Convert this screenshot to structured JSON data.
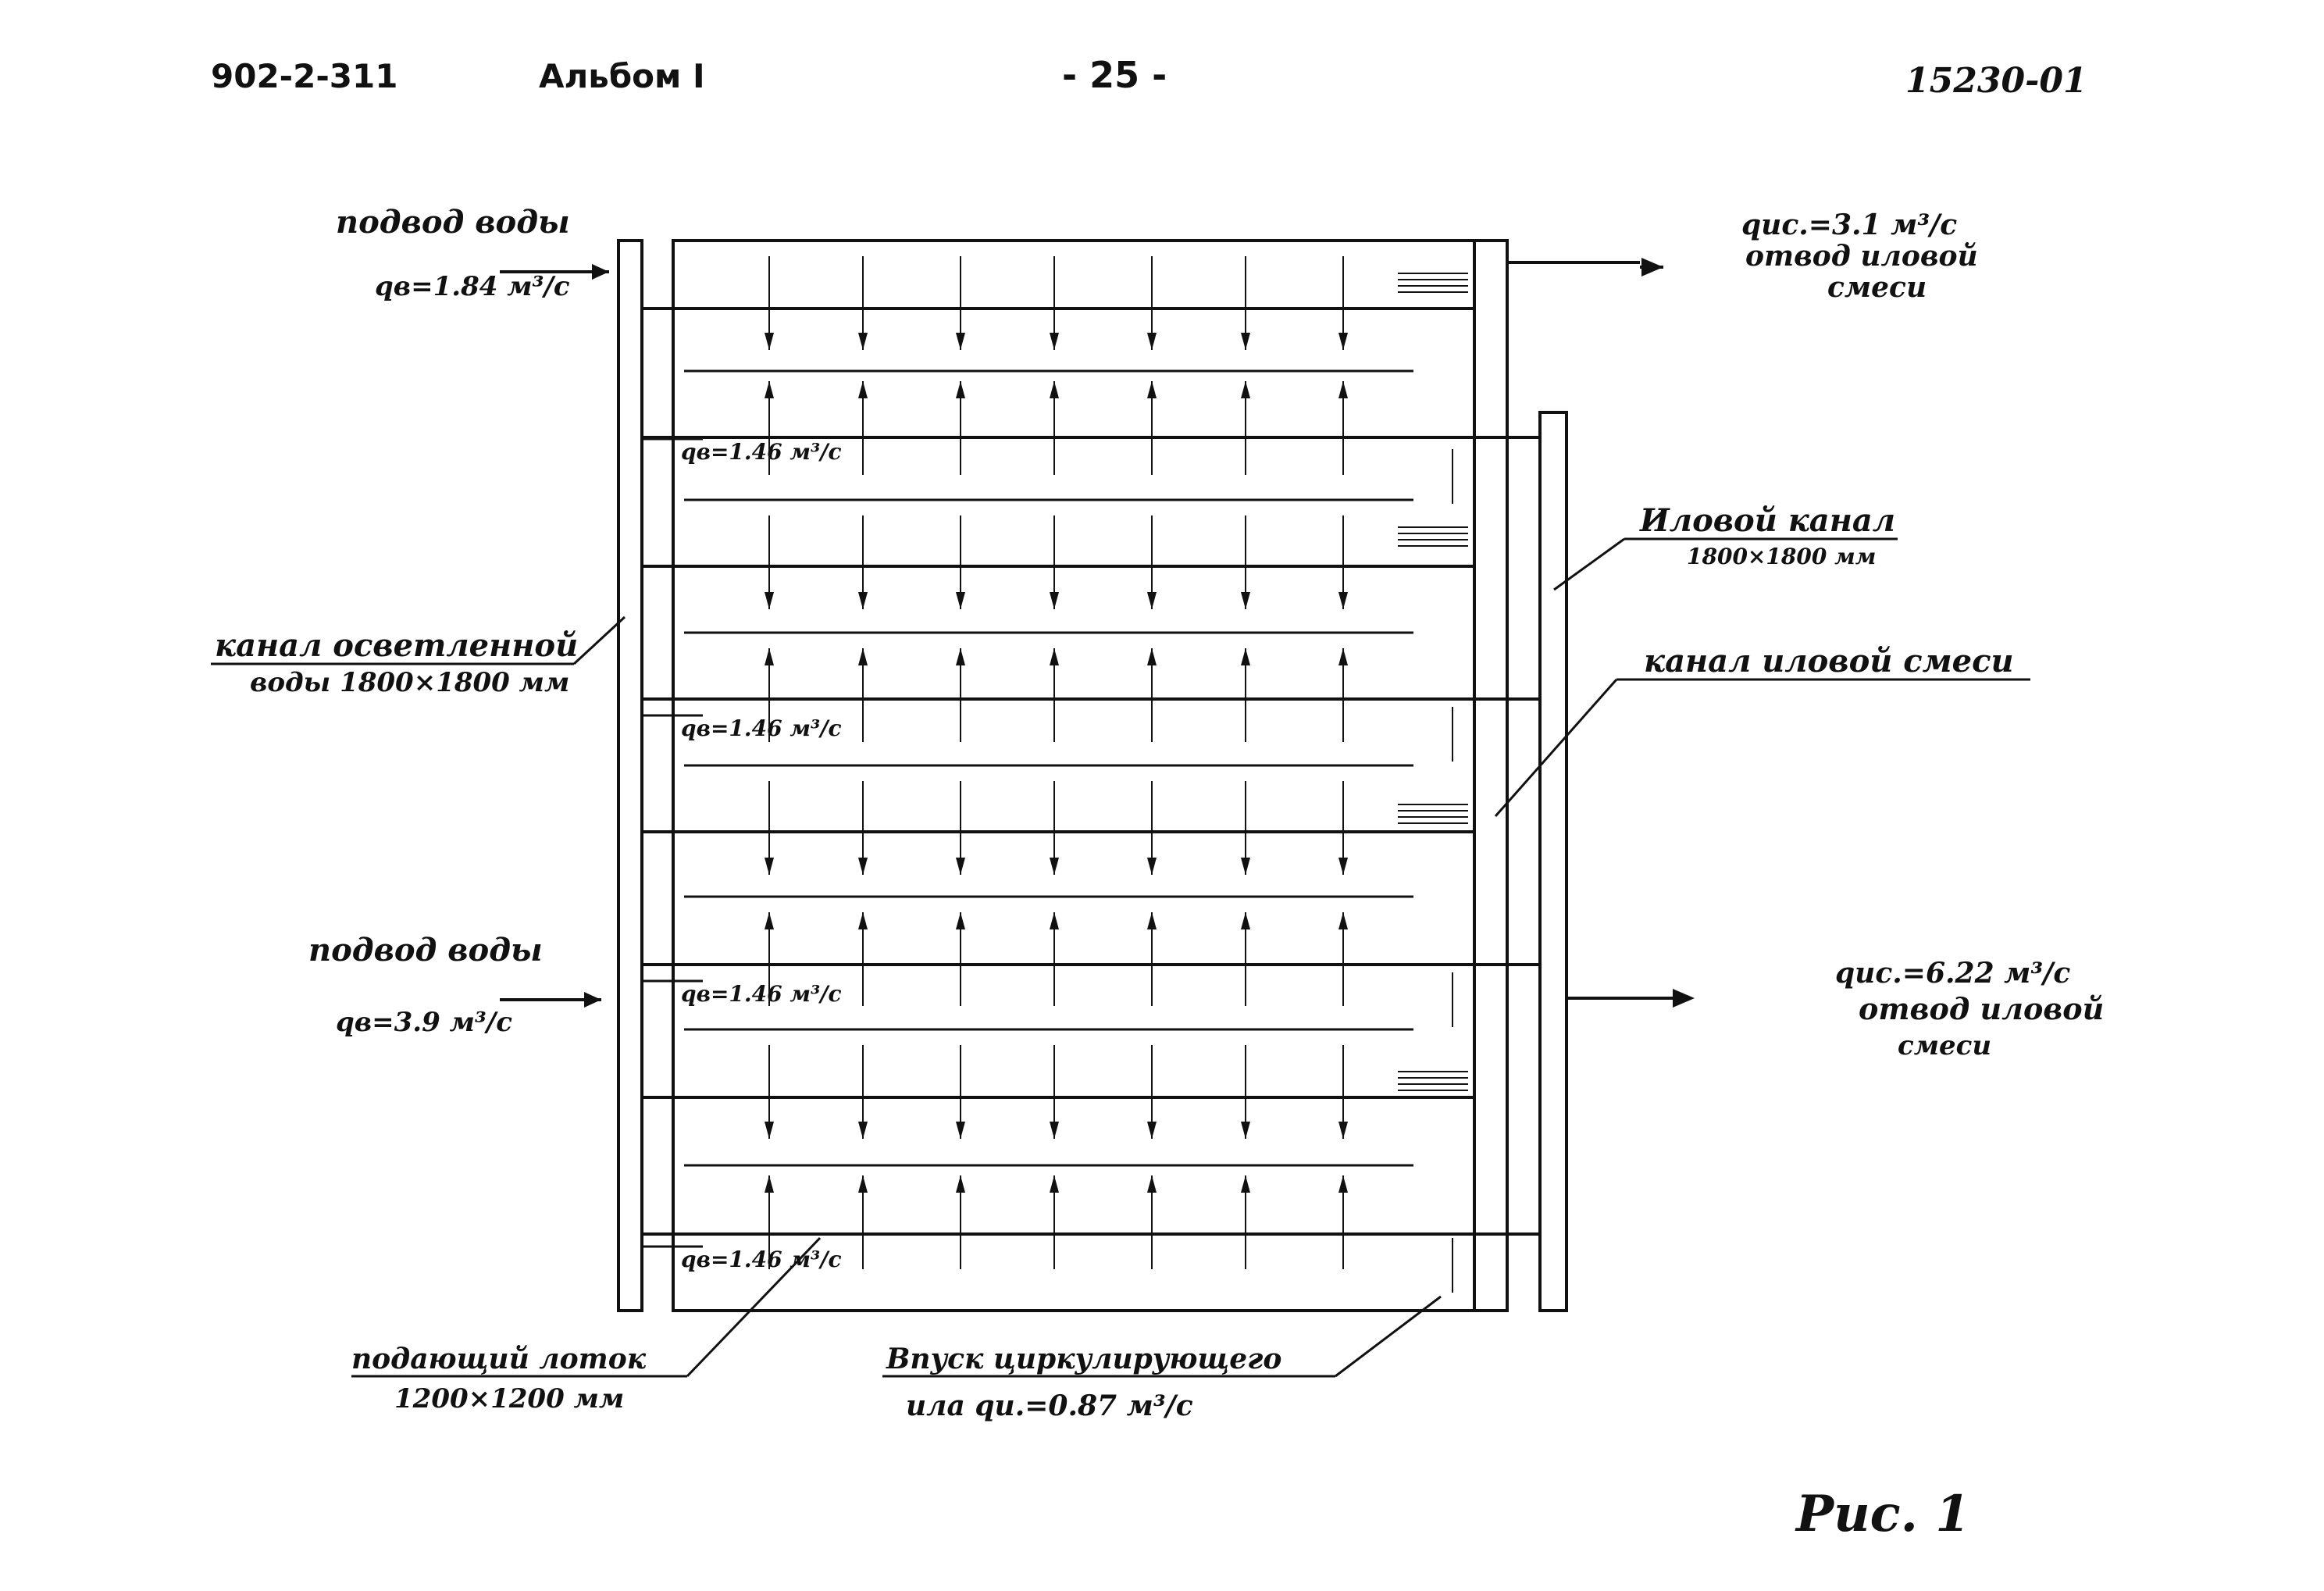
{
  "header": {
    "doc_code": "902-2-311",
    "album": "Альбом I",
    "page": "- 25 -",
    "sheet_code": "15230-01"
  },
  "labels": {
    "inlet_top_title": "подвод воды",
    "inlet_top_flow": "qв=1.84 м³/с",
    "inlet_bottom_title": "подвод воды",
    "inlet_bottom_flow": "qв=3.9 м³/с",
    "outlet_top_flow": "qис.=3.1 м³/с",
    "outlet_top_line1": "отвод иловой",
    "outlet_top_line2": "смеси",
    "outlet_bottom_flow": "qис.=6.22 м³/с",
    "outlet_bottom_line1": "отвод иловой",
    "outlet_bottom_line2": "смеси",
    "sludge_channel_line1": "Иловой канал",
    "sludge_channel_line2": "1800×1800 мм",
    "mix_channel": "канал иловой смеси",
    "clarified_line1": "канал осветленной",
    "clarified_line2": "воды 1800×1800 мм",
    "feed_tray_line1": "подающий лоток",
    "feed_tray_line2": "1200×1200 мм",
    "circ_line1": "Впуск циркулирующего",
    "circ_line2": "ила qи.=0.87 м³/с",
    "section_flow": "qв=1.46 м³/с",
    "figure": "Рис. 1"
  },
  "colors": {
    "ink": "#111111",
    "paper": "#ffffff"
  }
}
